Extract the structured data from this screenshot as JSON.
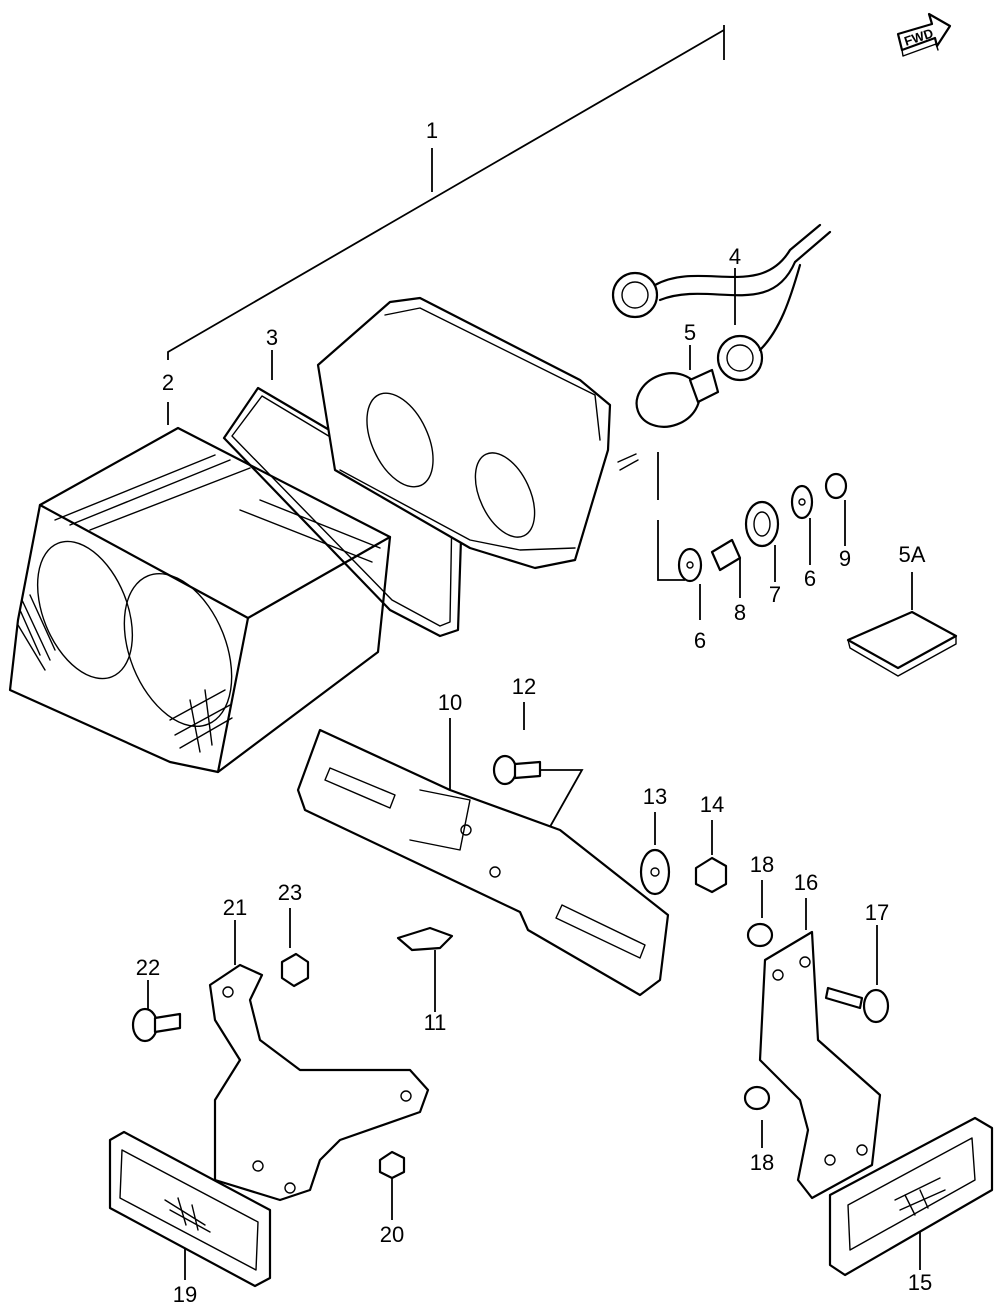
{
  "diagram": {
    "fwd_label": "FWD",
    "callouts": {
      "c1": "1",
      "c2": "2",
      "c3": "3",
      "c4": "4",
      "c5": "5",
      "c5a": "5A",
      "c6a": "6",
      "c6b": "6",
      "c7": "7",
      "c8": "8",
      "c9": "9",
      "c10": "10",
      "c11": "11",
      "c12": "12",
      "c13": "13",
      "c14": "14",
      "c15": "15",
      "c16": "16",
      "c17": "17",
      "c18a": "18",
      "c18b": "18",
      "c19": "19",
      "c20": "20",
      "c21": "21",
      "c22": "22",
      "c23": "23"
    }
  }
}
